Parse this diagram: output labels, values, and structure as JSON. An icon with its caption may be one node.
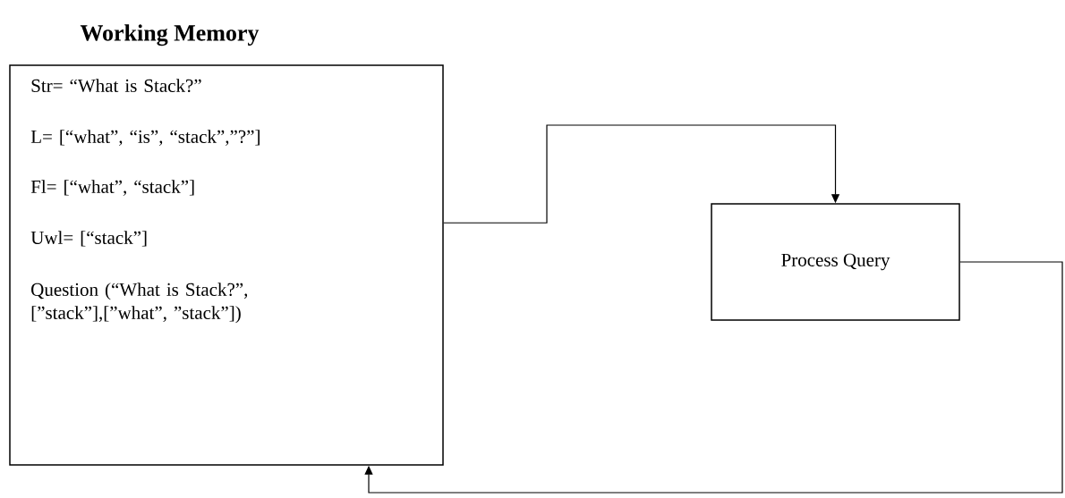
{
  "diagram": {
    "nodes": [
      {
        "text": [
          "Working Memory",
          "Str= “What is Stack?”",
          "L= [“what”, “is”, “stack”,”?”]",
          "Fl= [“what”, “stack”]",
          "Uwl= [“stack”]",
          "Question (“What is Stack?”, [”stack”],[”what”, ”stack”])"
        ]
      },
      {
        "text": [
          "Process Query"
        ]
      }
    ],
    "edges": [
      {
        "from": 0,
        "to": 1,
        "arrow": "to"
      },
      {
        "from": 1,
        "to": 0,
        "arrow": "to"
      }
    ]
  }
}
